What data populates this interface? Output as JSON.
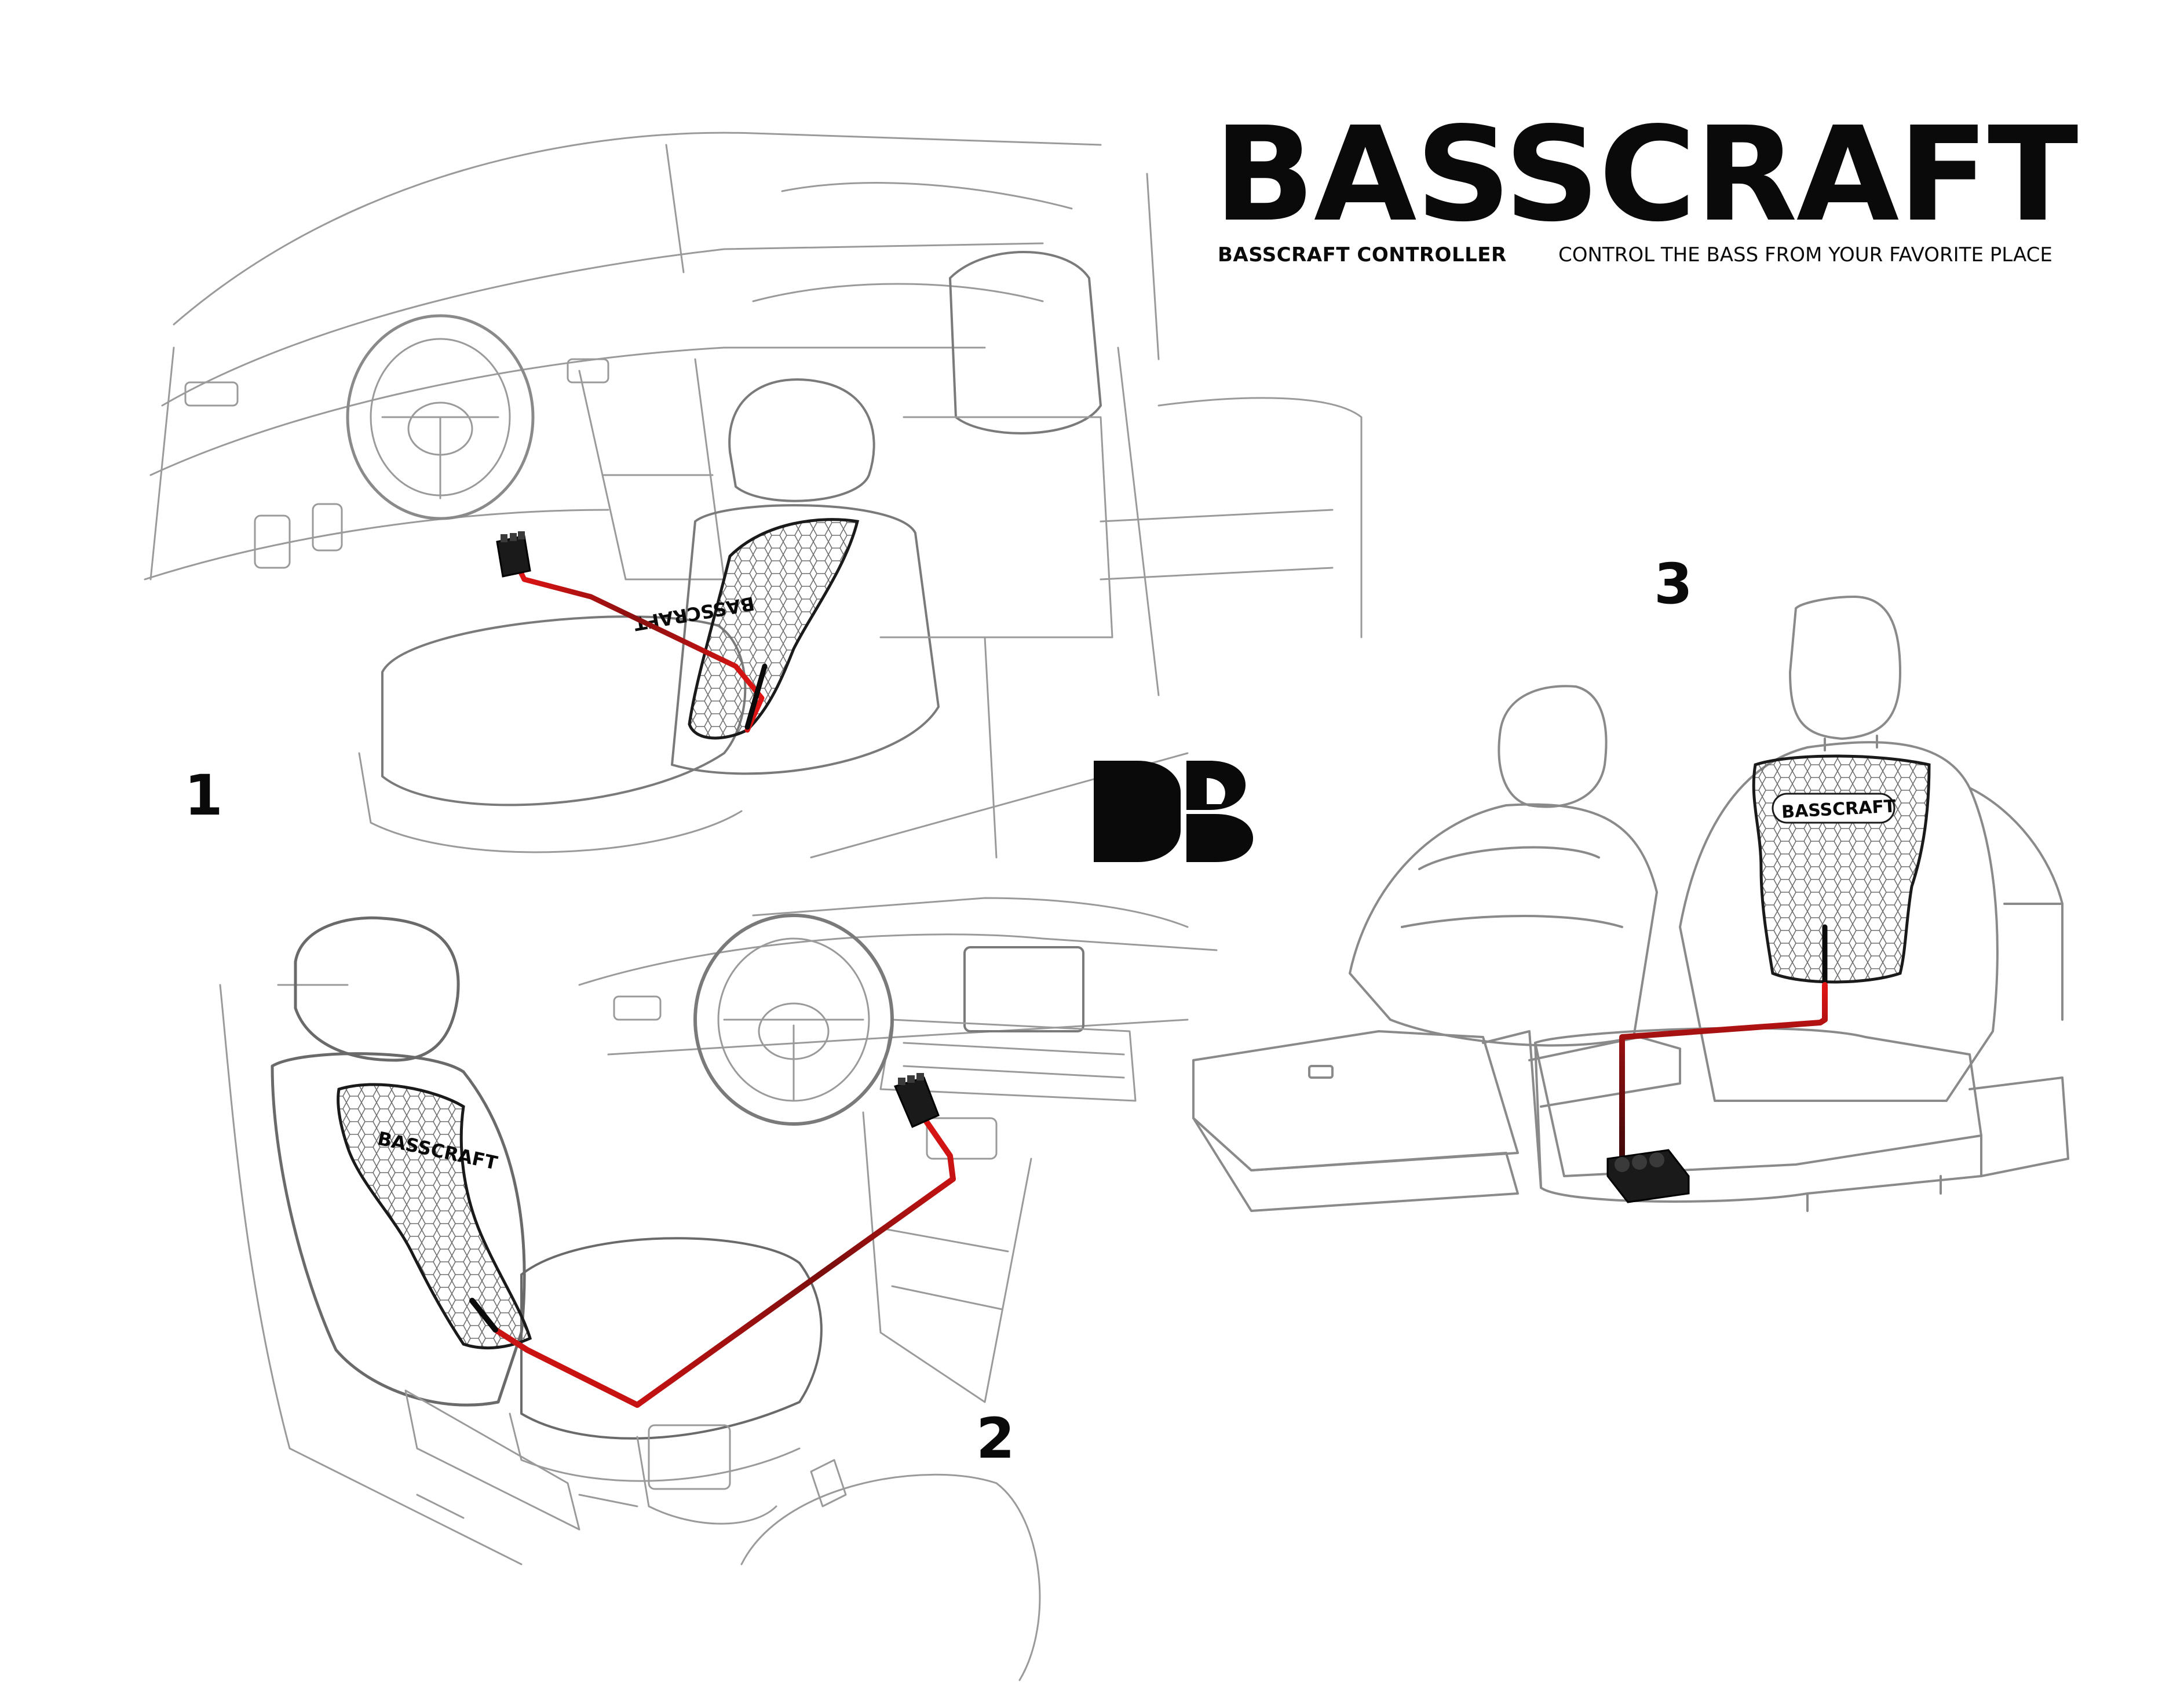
{
  "brand": {
    "title": "BASSCRAFT",
    "product": "BASSCRAFT CONTROLLER",
    "tagline": "CONTROL THE BASS FROM YOUR FAVORITE PLACE"
  },
  "steps": [
    {
      "number": "1"
    },
    {
      "number": "2"
    },
    {
      "number": "3"
    }
  ],
  "pad_label": "BASSCRAFT",
  "colors": {
    "cable": "#e11414",
    "cable_dark": "#7a0e0e",
    "ink": "#0a0a0a",
    "sketch": "#9a9a9a"
  },
  "icons": {
    "logo": "basscraft-logo-icon",
    "controller": "controller-box-icon"
  }
}
